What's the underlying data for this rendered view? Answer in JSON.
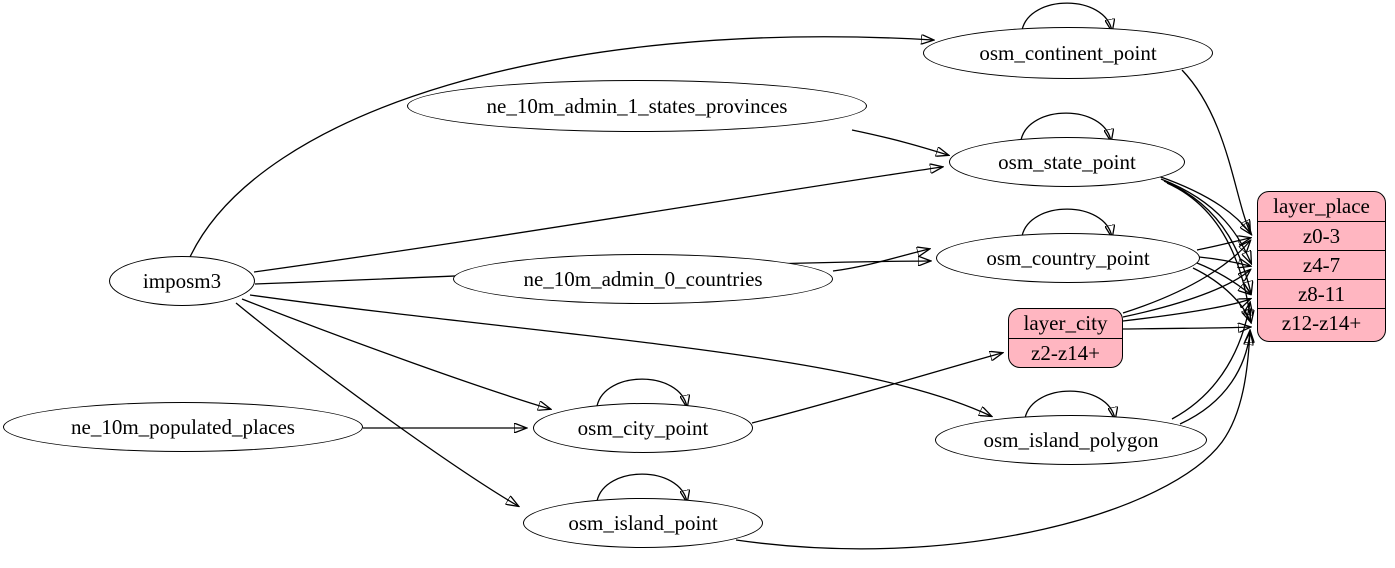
{
  "colors": {
    "record_fill": "#ffb6c1",
    "ellipse_fill": "#ffffff",
    "edge_stroke": "#000000",
    "background": "#ffffff"
  },
  "nodes": {
    "imposm3": {
      "label": "imposm3",
      "shape": "ellipse"
    },
    "ne_10m_admin_1_states_provinces": {
      "label": "ne_10m_admin_1_states_provinces",
      "shape": "ellipse"
    },
    "ne_10m_admin_0_countries": {
      "label": "ne_10m_admin_0_countries",
      "shape": "ellipse"
    },
    "ne_10m_populated_places": {
      "label": "ne_10m_populated_places",
      "shape": "ellipse"
    },
    "osm_continent_point": {
      "label": "osm_continent_point",
      "shape": "ellipse"
    },
    "osm_state_point": {
      "label": "osm_state_point",
      "shape": "ellipse"
    },
    "osm_country_point": {
      "label": "osm_country_point",
      "shape": "ellipse"
    },
    "osm_city_point": {
      "label": "osm_city_point",
      "shape": "ellipse"
    },
    "osm_island_polygon": {
      "label": "osm_island_polygon",
      "shape": "ellipse"
    },
    "osm_island_point": {
      "label": "osm_island_point",
      "shape": "ellipse"
    },
    "layer_city": {
      "label": "layer_city",
      "shape": "record",
      "rows": [
        "z2-z14+"
      ]
    },
    "layer_place": {
      "label": "layer_place",
      "shape": "record",
      "rows": [
        "z0-3",
        "z4-7",
        "z8-11",
        "z12-z14+"
      ]
    }
  },
  "edges": [
    {
      "from": "imposm3",
      "to": "osm_continent_point"
    },
    {
      "from": "imposm3",
      "to": "osm_state_point"
    },
    {
      "from": "imposm3",
      "to": "osm_country_point"
    },
    {
      "from": "imposm3",
      "to": "osm_city_point"
    },
    {
      "from": "imposm3",
      "to": "osm_island_polygon"
    },
    {
      "from": "imposm3",
      "to": "osm_island_point"
    },
    {
      "from": "ne_10m_admin_1_states_provinces",
      "to": "osm_state_point"
    },
    {
      "from": "ne_10m_admin_0_countries",
      "to": "osm_country_point"
    },
    {
      "from": "ne_10m_populated_places",
      "to": "osm_city_point"
    },
    {
      "from": "osm_continent_point",
      "to": "osm_continent_point"
    },
    {
      "from": "osm_state_point",
      "to": "osm_state_point"
    },
    {
      "from": "osm_country_point",
      "to": "osm_country_point"
    },
    {
      "from": "osm_city_point",
      "to": "osm_city_point"
    },
    {
      "from": "osm_island_polygon",
      "to": "osm_island_polygon"
    },
    {
      "from": "osm_island_point",
      "to": "osm_island_point"
    },
    {
      "from": "osm_continent_point",
      "to": "layer_place:z0-3"
    },
    {
      "from": "osm_state_point",
      "to": "layer_place:z0-3"
    },
    {
      "from": "osm_state_point",
      "to": "layer_place:z4-7"
    },
    {
      "from": "osm_state_point",
      "to": "layer_place:z8-11"
    },
    {
      "from": "osm_state_point",
      "to": "layer_place:z12-z14+"
    },
    {
      "from": "osm_country_point",
      "to": "layer_place:z0-3"
    },
    {
      "from": "osm_country_point",
      "to": "layer_place:z4-7"
    },
    {
      "from": "osm_country_point",
      "to": "layer_place:z8-11"
    },
    {
      "from": "osm_country_point",
      "to": "layer_place:z12-z14+"
    },
    {
      "from": "osm_city_point",
      "to": "layer_city:z2-z14+"
    },
    {
      "from": "layer_city",
      "to": "layer_place:z0-3"
    },
    {
      "from": "layer_city",
      "to": "layer_place:z4-7"
    },
    {
      "from": "layer_city",
      "to": "layer_place:z8-11"
    },
    {
      "from": "layer_city",
      "to": "layer_place:z12-z14+"
    },
    {
      "from": "osm_island_polygon",
      "to": "layer_place:z8-11"
    },
    {
      "from": "osm_island_polygon",
      "to": "layer_place:z12-z14+"
    },
    {
      "from": "osm_island_point",
      "to": "layer_place:z12-z14+"
    }
  ]
}
